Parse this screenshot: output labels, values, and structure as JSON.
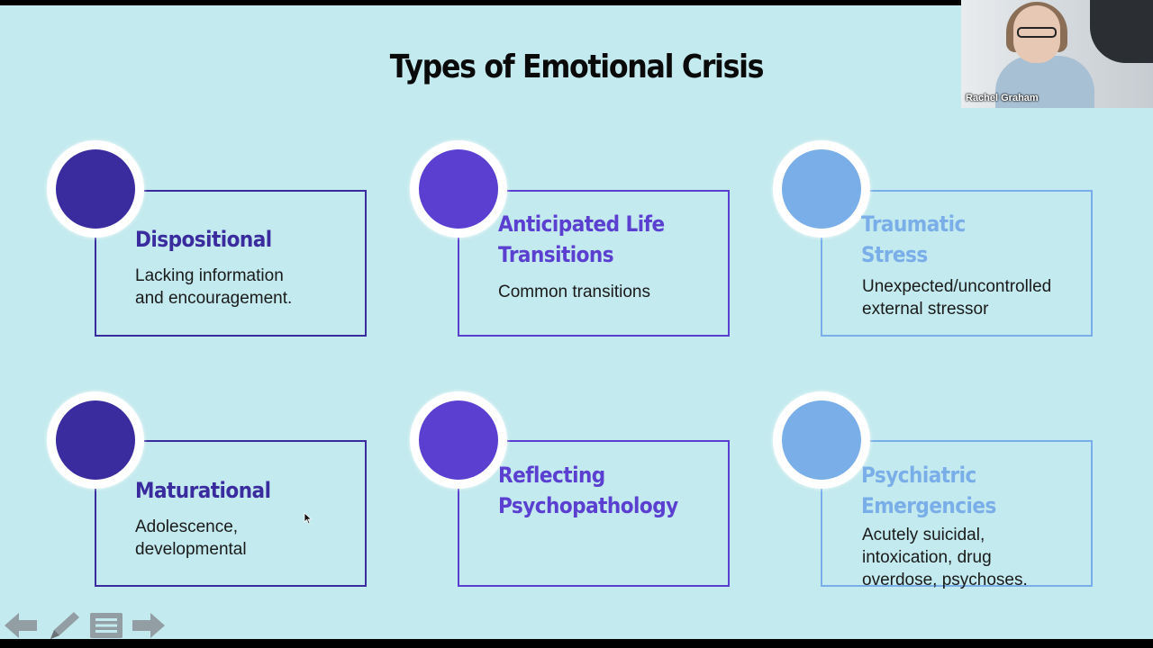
{
  "slide": {
    "title": "Types of Emotional Crisis",
    "cards": [
      {
        "heading": "Dispositional",
        "description": "Lacking information\nand encouragement.",
        "tone": "dark"
      },
      {
        "heading": "Anticipated Life\nTransitions",
        "description": "Common transitions",
        "tone": "mid"
      },
      {
        "heading": "Traumatic\nStress",
        "description": "Unexpected/uncontrolled\nexternal stressor",
        "tone": "light"
      },
      {
        "heading": "Maturational",
        "description": "Adolescence,\ndevelopmental",
        "tone": "dark"
      },
      {
        "heading": "Reflecting\nPsychopathology",
        "description": "",
        "tone": "mid"
      },
      {
        "heading": "Psychiatric\nEmergencies",
        "description": "Acutely suicidal,\nintoxication, drug\noverdose, psychoses.",
        "tone": "light"
      }
    ]
  },
  "webcam": {
    "participant_name": "Rachel Graham"
  },
  "controls": {
    "icons": [
      "previous-slide-icon",
      "pen-icon",
      "slide-menu-icon",
      "next-slide-icon"
    ]
  },
  "colors": {
    "background": "#c3eaee",
    "dark": "#3a2c9e",
    "mid": "#5a3fd0",
    "light": "#7aaee8"
  }
}
